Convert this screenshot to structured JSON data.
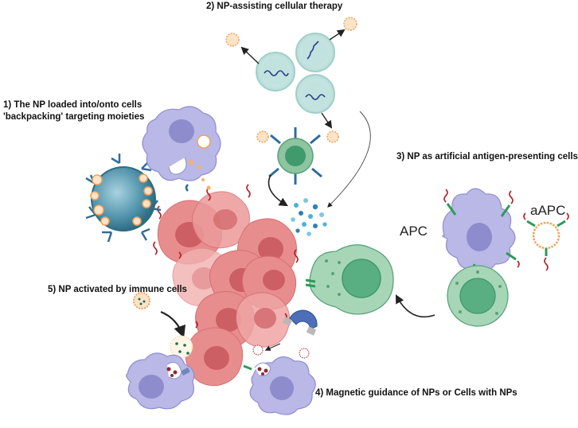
{
  "labels": {
    "cellular_therapy": "2) NP-assisting cellular therapy",
    "backpacking_line1": "1) The NP loaded into/onto cells",
    "backpacking_line2": "'backpacking' targeting moieties",
    "artificial_apc": "3)  NP as artificial antigen-presenting cells",
    "activated_immune": "5)  NP activated by immune cells",
    "magnetic_guidance": "4) Magnetic guidance of NPs or Cells with NPs",
    "apc": "APC",
    "aapc": "aAPC"
  },
  "colors": {
    "tumor": "#e88d8d",
    "tumor_nucleus": "#cc5f63",
    "macrophage": "#b9b8e6",
    "macrophage_nucleus": "#8e8ccc",
    "t_cell": "#cfeae8",
    "t_cell_green": "#8cc5a0",
    "t_cell_green_dark": "#3f9a6c",
    "nanoparticle": "#f5b26b",
    "receptor_blue": "#2f6d9a",
    "receptor_green": "#2e9a5a",
    "magnet_blue": "#4d6fb8",
    "arrow": "#222222"
  }
}
